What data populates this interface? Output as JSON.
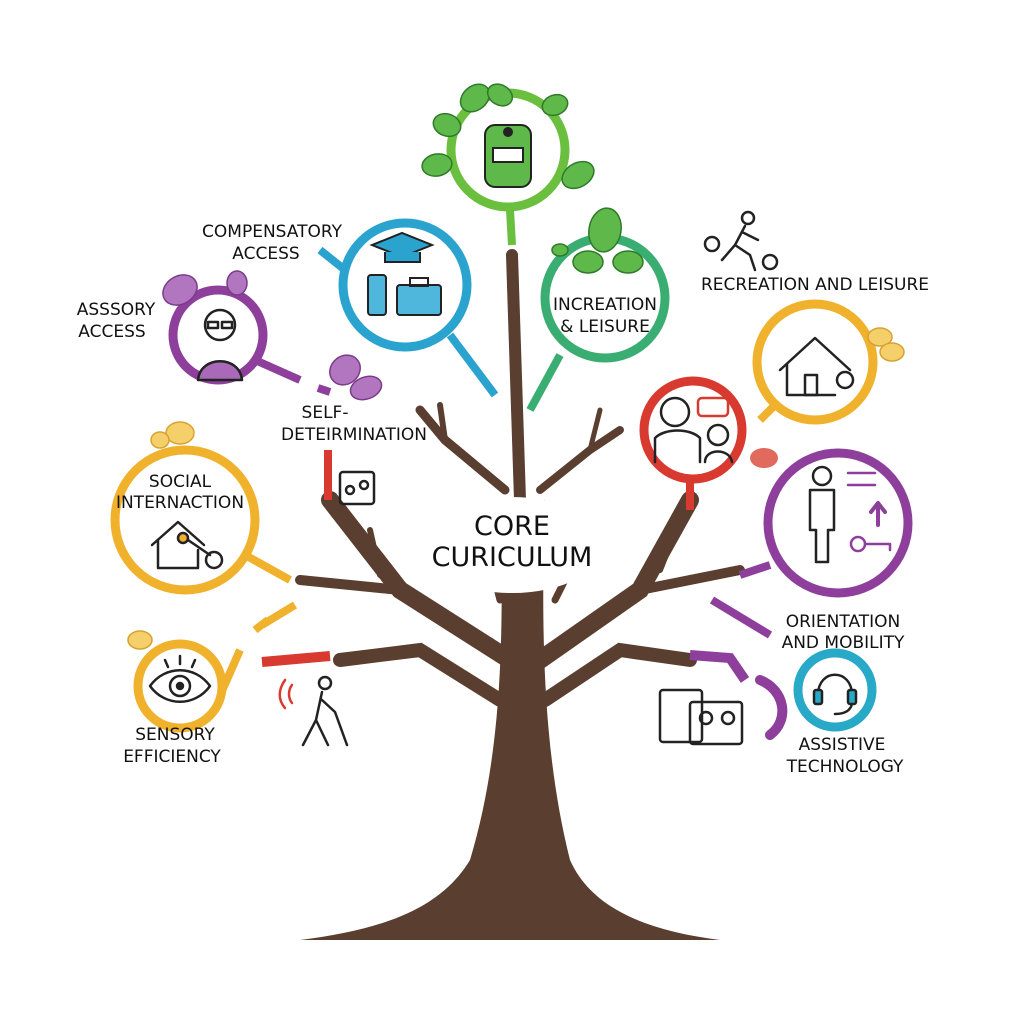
{
  "title": [
    "CORE",
    "CURICULUM"
  ],
  "labels": {
    "compensatory_access": [
      "COMPENSATORY",
      "ACCESS"
    ],
    "assory_access": [
      "ASSSORY",
      "ACCESS"
    ],
    "self_determination": [
      "SELF-",
      "DETEIRMINATION"
    ],
    "increation_leisure": [
      "INCREATION",
      "& LEISURE"
    ],
    "recreation_leisure": "RECREATION AND LEISURE",
    "social_interaction": [
      "SOCIAL",
      "INTERNACTION"
    ],
    "orientation_mobility": [
      "ORIENTATION",
      "AND MOBILITY"
    ],
    "sensory_efficiency": [
      "SENSORY",
      "EFFICIENCY"
    ],
    "assistive_technology": [
      "ASSISTIVE",
      "TECHNOLOGY"
    ]
  },
  "colors": {
    "trunk": "#5a3e2f",
    "green": "#6bbf3e",
    "blue": "#2ba3cf",
    "purple": "#8e3f9c",
    "teal_green": "#3aae72",
    "orange": "#f0b12c",
    "red": "#d83a2f",
    "teal": "#27a9c7"
  }
}
